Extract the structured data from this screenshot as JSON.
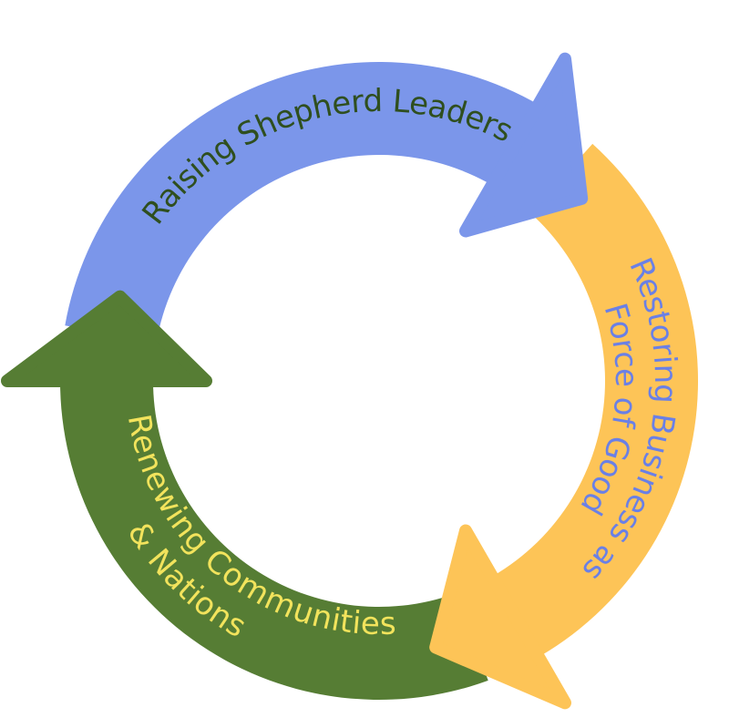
{
  "diagram": {
    "segments": [
      {
        "id": "blue",
        "lines": [
          "Raising Shepherd Leaders"
        ],
        "fill": "#7B96EA",
        "text_color": "#2F4F1F"
      },
      {
        "id": "yellow",
        "lines": [
          "Restoring Business as",
          "Force of Good"
        ],
        "fill": "#FDC457",
        "text_color": "#6A80E6"
      },
      {
        "id": "green",
        "lines": [
          "Renewing Communities",
          "& Nations"
        ],
        "fill": "#567D34",
        "text_color": "#F2E35C"
      }
    ]
  }
}
